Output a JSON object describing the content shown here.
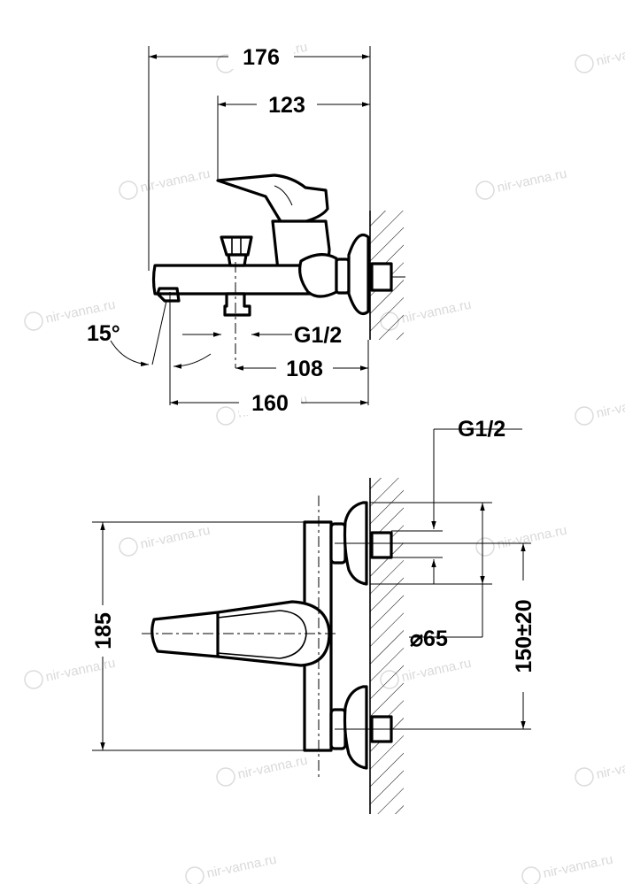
{
  "dimensions": {
    "top_total_length": "176",
    "top_lever_length": "123",
    "spout_angle": "15°",
    "top_inlet_thread": "G1/2",
    "top_axis_offset": "108",
    "top_spout_length": "160",
    "front_inlet_thread": "G1/2",
    "front_flange_diameter": "⌀65",
    "front_height": "185",
    "front_inlet_spacing": "150±20"
  },
  "watermark": {
    "text": "nir-vanna.ru"
  }
}
